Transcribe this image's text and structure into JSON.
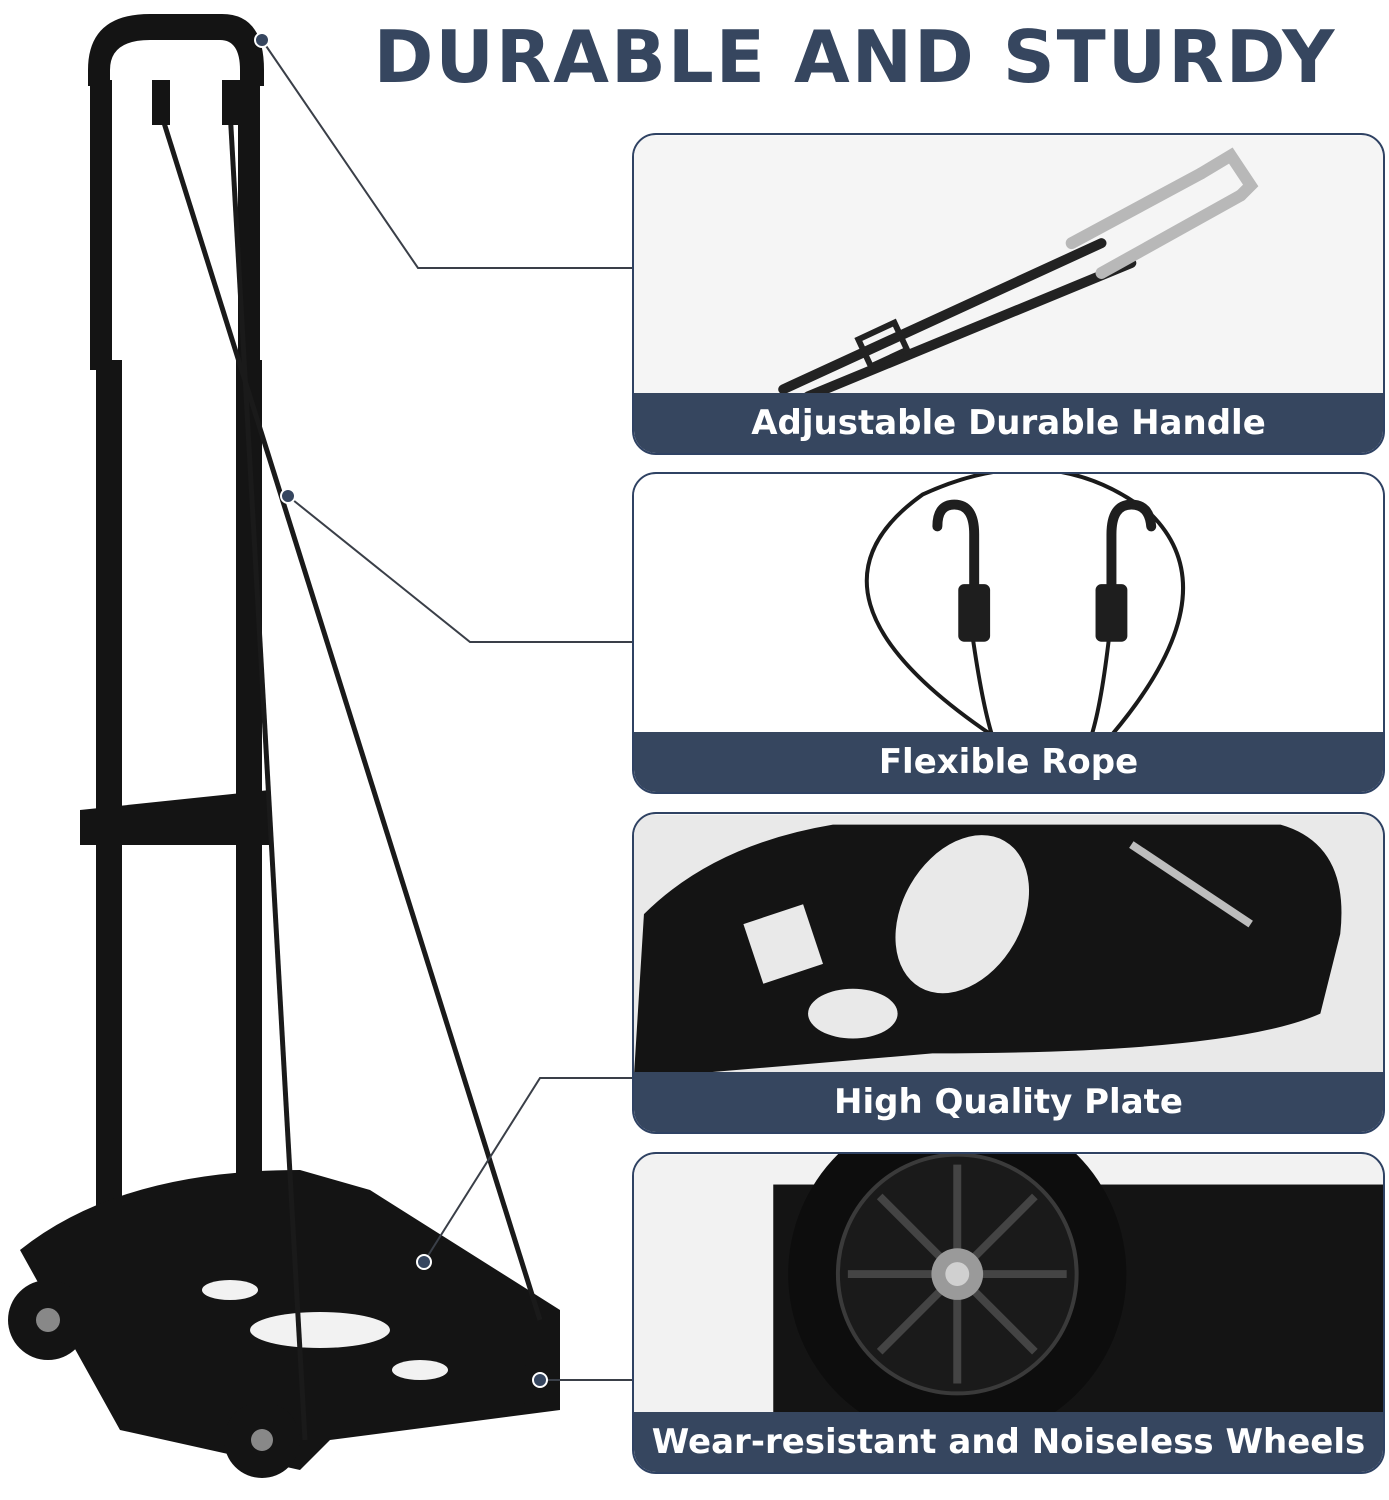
{
  "headline": "DURABLE AND STURDY",
  "colors": {
    "brand_navy": "#36465f",
    "band_navy": "#36465f",
    "product_black": "#111111",
    "connector_gray": "#3a3f48"
  },
  "features": [
    {
      "label": "Adjustable Durable Handle",
      "icon": "telescopic-handle"
    },
    {
      "label": "Flexible Rope",
      "icon": "bungee-rope-hooks"
    },
    {
      "label": "High Quality Plate",
      "icon": "textured-plate"
    },
    {
      "label": "Wear-resistant and Noiseless Wheels",
      "icon": "rubber-wheel"
    }
  ]
}
